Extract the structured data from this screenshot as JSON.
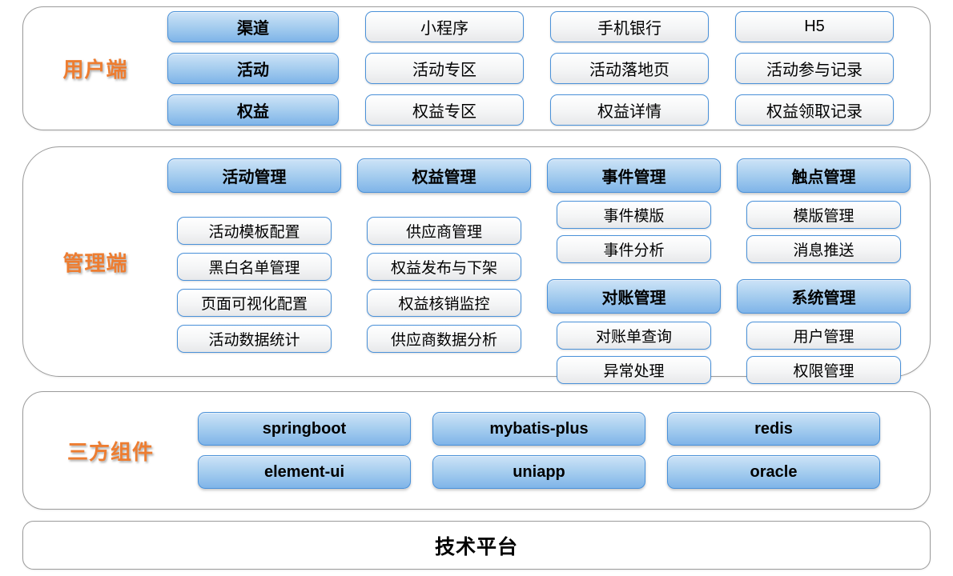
{
  "colors": {
    "accent_border_blue": "#4a91d9",
    "blue_gradient_top": "#cde3f7",
    "blue_gradient_bottom": "#7fb4e8",
    "light_gradient_top": "#ffffff",
    "light_gradient_bottom": "#e7e8ea",
    "label_orange": "#ED7D31",
    "panel_border_gray": "#9b9b9b"
  },
  "sections": [
    {
      "label": "用户端",
      "rows": [
        {
          "header": "渠道",
          "items": [
            "小程序",
            "手机银行",
            "H5"
          ]
        },
        {
          "header": "活动",
          "items": [
            "活动专区",
            "活动落地页",
            "活动参与记录"
          ]
        },
        {
          "header": "权益",
          "items": [
            "权益专区",
            "权益详情",
            "权益领取记录"
          ]
        }
      ]
    },
    {
      "label": "管理端",
      "columns": [
        {
          "groups": [
            {
              "header": "活动管理",
              "items": [
                "活动模板配置",
                "黑白名单管理",
                "页面可视化配置",
                "活动数据统计"
              ]
            }
          ]
        },
        {
          "groups": [
            {
              "header": "权益管理",
              "items": [
                "供应商管理",
                "权益发布与下架",
                "权益核销监控",
                "供应商数据分析"
              ]
            }
          ]
        },
        {
          "groups": [
            {
              "header": "事件管理",
              "items": [
                "事件模版",
                "事件分析"
              ]
            },
            {
              "header": "对账管理",
              "items": [
                "对账单查询",
                "异常处理"
              ]
            }
          ]
        },
        {
          "groups": [
            {
              "header": "触点管理",
              "items": [
                "模版管理",
                "消息推送"
              ]
            },
            {
              "header": "系统管理",
              "items": [
                "用户管理",
                "权限管理"
              ]
            }
          ]
        }
      ]
    },
    {
      "label": "三方组件",
      "rows": [
        [
          "springboot",
          "mybatis-plus",
          "redis"
        ],
        [
          "element-ui",
          "uniapp",
          "oracle"
        ]
      ]
    },
    {
      "title": "技术平台"
    }
  ]
}
